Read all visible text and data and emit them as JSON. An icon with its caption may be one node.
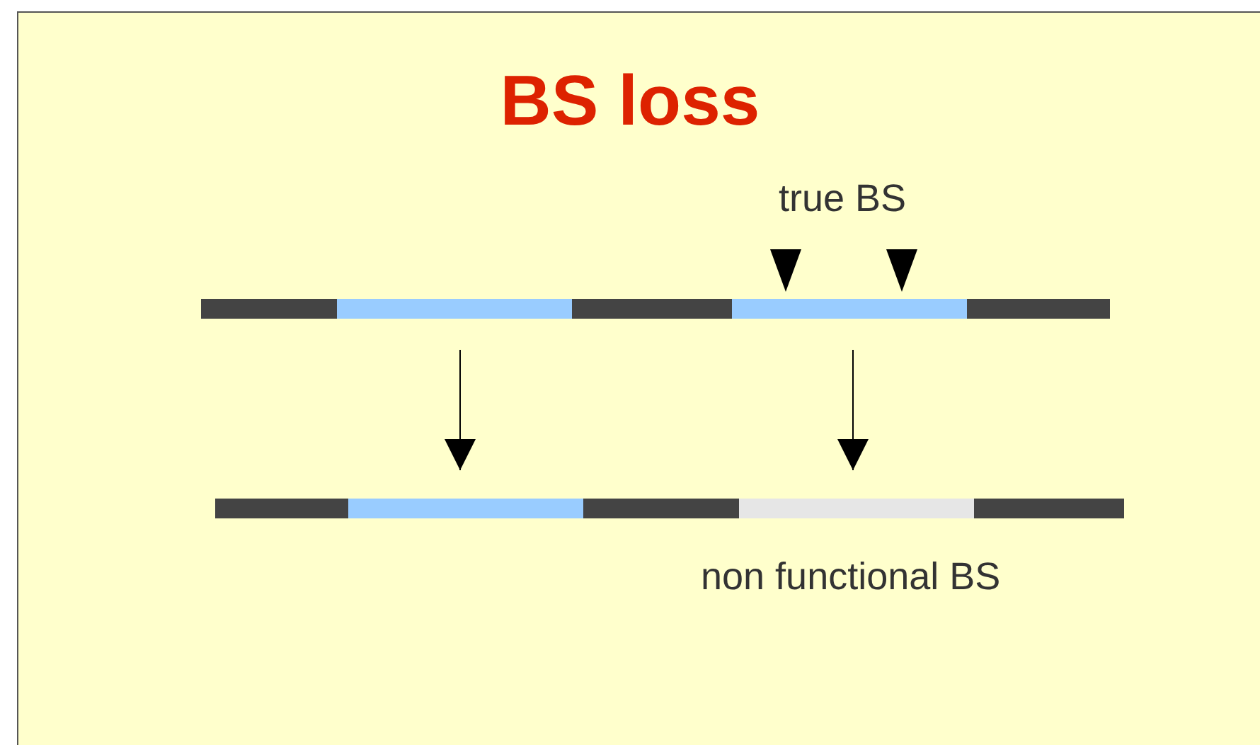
{
  "diagram": {
    "title": "BS loss",
    "nodes": [
      {
        "text": [],
        "shape": "bar"
      },
      {
        "text": [],
        "shape": "bar"
      },
      {
        "text": [],
        "shape": "bar"
      },
      {
        "text": [],
        "shape": "bar",
        "beside": [
          "true BS"
        ]
      },
      {
        "text": [],
        "shape": "bar"
      },
      {
        "text": [],
        "shape": "bar"
      },
      {
        "text": [],
        "shape": "bar"
      },
      {
        "text": [],
        "shape": "bar"
      },
      {
        "text": [],
        "shape": "bar",
        "beside": [
          "non functional BS"
        ]
      },
      {
        "text": [],
        "shape": "bar"
      }
    ],
    "edges": [
      {
        "from": 1,
        "to": 6,
        "arrow": "to"
      },
      {
        "from": 3,
        "to": 8,
        "arrow": "to"
      }
    ]
  }
}
